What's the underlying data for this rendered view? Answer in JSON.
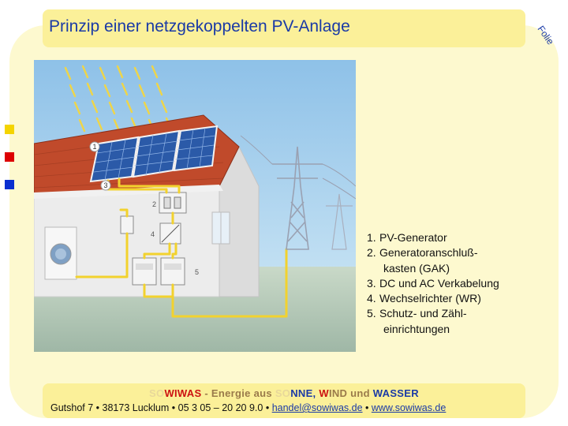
{
  "slide": {
    "title": "Prinzip einer netzgekoppelten PV-Anlage",
    "corner_label": "Folie"
  },
  "colors": {
    "title_blue": "#1a3aa6",
    "bullet_yellow": "#f4d400",
    "bullet_red": "#dd0000",
    "bullet_blue": "#0a2fd0",
    "wire_yellow": "#f2d22e",
    "roof_red": "#c04a2b"
  },
  "diagram": {
    "markers": [
      "1",
      "2",
      "3",
      "4",
      "5"
    ]
  },
  "legend": {
    "items": [
      {
        "num": "1.",
        "lines": [
          "PV-Generator"
        ]
      },
      {
        "num": "2.",
        "lines": [
          "Generatoranschluß-",
          "kasten (GAK)"
        ]
      },
      {
        "num": "3.",
        "lines": [
          "DC und AC Verkabelung"
        ]
      },
      {
        "num": "4.",
        "lines": [
          "Wechselrichter (WR)"
        ]
      },
      {
        "num": "5.",
        "lines": [
          "Schutz- und Zähl-",
          "einrichtungen"
        ]
      }
    ]
  },
  "footer": {
    "brand": {
      "so_faint_1": "SO",
      "wiwas": "WIWAS",
      "mid": " - Energie aus ",
      "so_faint_2": "SO",
      "nne": "NNE, ",
      "w": "W",
      "ind_und": "IND und ",
      "wasser": "WASSER"
    },
    "address": "Gutshof 7 • 38173 Lucklum • 05 3 05 – 20 20 9.0 • ",
    "email": "handel@sowiwas.de",
    "separator": " • ",
    "website": "www.sowiwas.de"
  }
}
